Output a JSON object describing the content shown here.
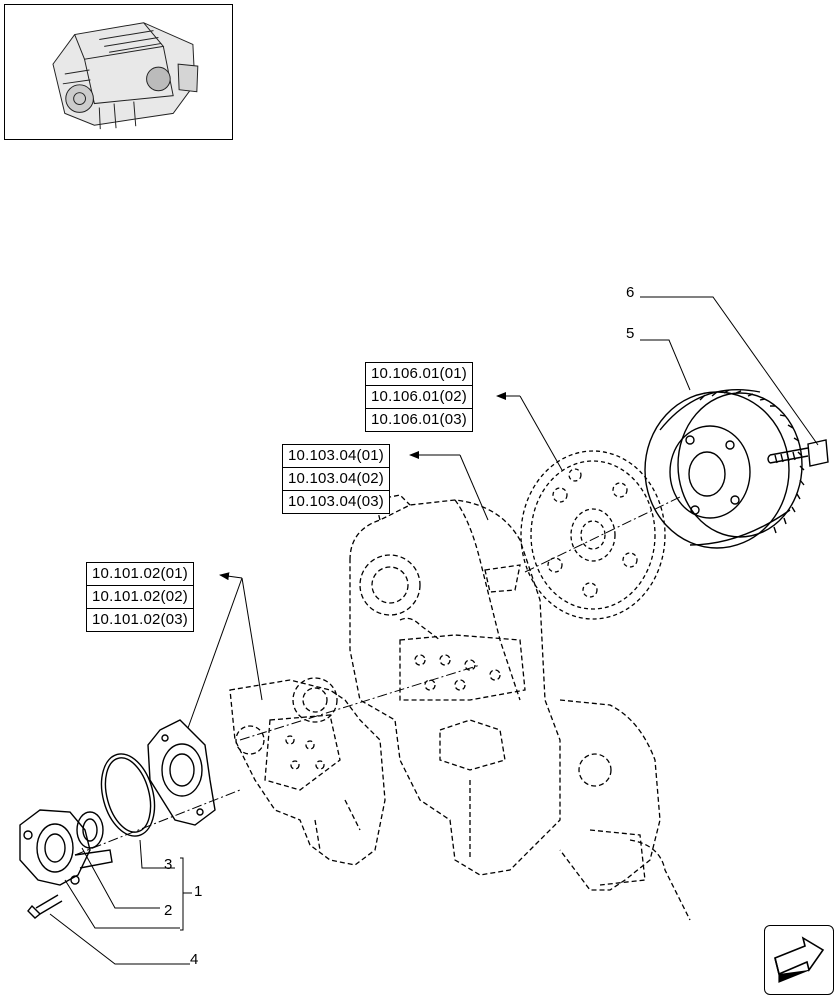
{
  "thumbnail": {
    "icon": "engine-thumbnail"
  },
  "reference_groups": [
    {
      "id": "group-10-106-01",
      "codes": [
        "10.106.01(01)",
        "10.106.01(02)",
        "10.106.01(03)"
      ]
    },
    {
      "id": "group-10-103-04",
      "codes": [
        "10.103.04(01)",
        "10.103.04(02)",
        "10.103.04(03)"
      ]
    },
    {
      "id": "group-10-101-02",
      "codes": [
        "10.101.02(01)",
        "10.101.02(02)",
        "10.101.02(03)"
      ]
    }
  ],
  "callouts": {
    "c1": "1",
    "c2": "2",
    "c3": "3",
    "c4": "4",
    "c5": "5",
    "c6": "6"
  },
  "nav": {
    "icon": "next-page-arrow-icon"
  },
  "colors": {
    "line": "#000000",
    "background": "#ffffff"
  }
}
